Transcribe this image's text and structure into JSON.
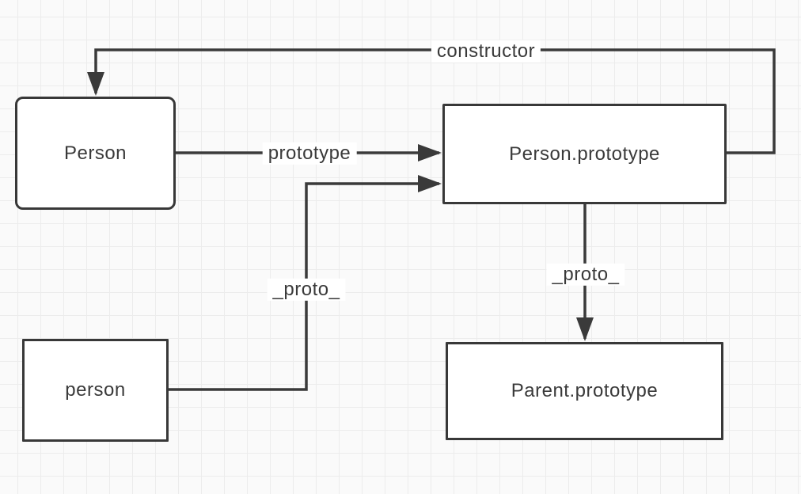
{
  "diagram": {
    "nodes": [
      {
        "id": "person-constructor",
        "label": "Person",
        "shape": "rounded-rect"
      },
      {
        "id": "person-prototype",
        "label": "Person.prototype",
        "shape": "rect"
      },
      {
        "id": "person-instance",
        "label": "person",
        "shape": "rect"
      },
      {
        "id": "parent-prototype",
        "label": "Parent.prototype",
        "shape": "rect"
      }
    ],
    "edges": [
      {
        "label": "constructor",
        "from": "Person.prototype",
        "to": "Person"
      },
      {
        "label": "prototype",
        "from": "Person",
        "to": "Person.prototype"
      },
      {
        "label": "_proto_",
        "from": "person",
        "to": "Person.prototype"
      },
      {
        "label": "_proto_",
        "from": "Person.prototype",
        "to": "Parent.prototype"
      }
    ],
    "colors": {
      "stroke": "#3a3a3a",
      "text": "#3a3a3a",
      "node_fill": "#ffffff",
      "canvas_bg": "#fafafa",
      "grid_line": "#ececec"
    }
  }
}
